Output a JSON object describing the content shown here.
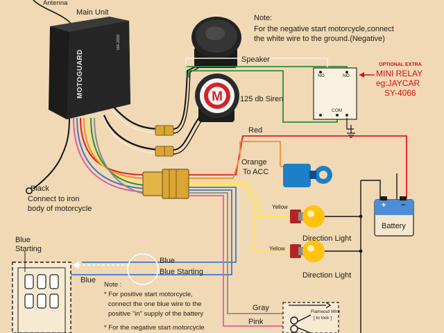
{
  "labels": {
    "antenna": "Antenna",
    "main_unit": "Main Unit",
    "brand": "MOTOGUARD",
    "model": "MA-2000",
    "speaker": "Speaker",
    "siren": "125 db Siren",
    "red_wire": "Red",
    "orange_wire": "Orange",
    "to_acc": "To ACC",
    "black_wire": "Black",
    "ground_line1": "Connect to iron",
    "ground_line2": "body of motorcycle",
    "yellow_1": "Yellow",
    "yellow_2": "Yellow",
    "direction_light_1": "Direction Light",
    "direction_light_2": "Direction Light",
    "battery": "Battery",
    "battery_plus": "+",
    "battery_minus": "−",
    "blue_1": "Blue",
    "blue_starting": "Blue Starting",
    "blue_left": "Blue",
    "starter_title_line1": "Blue",
    "starter_title_line2": "Starting",
    "gray_wire": "Gray",
    "pink_wire": "Pink",
    "flameout_line1": "Flameout Wire",
    "flameout_line2": "[ to lock ]",
    "relay_no": "NO",
    "relay_com": "COM"
  },
  "note_top": {
    "heading": "Note:",
    "line1": "For the negative start motorcycle,connect",
    "line2": "the white wire to the ground.(Negative)"
  },
  "optional_extra": {
    "badge": "OPTIONAL EXTRA",
    "line1": "MINI RELAY",
    "line2": "eg:JAYCAR",
    "line3": "SY-4066"
  },
  "note_bottom": {
    "heading": "Note :",
    "line1": "* For positive start motorcycle,",
    "line2": "connect the one blue wire to the",
    "line3": "positive \"in\" supply of the battery",
    "line4": "* For the negative start motorcycle"
  },
  "colors": {
    "background": "#f1d9b5",
    "unit": "#1c1c1c",
    "red": "#e01a1f",
    "orange": "#f08a3c",
    "yellow": "#ffe74a",
    "green": "#2f8a3a",
    "blue": "#3b79c9",
    "pink": "#e25da0",
    "gray": "#8a8a8a",
    "black": "#141414",
    "bulb": "#ffc20e",
    "battery_red": "#e3262c"
  }
}
